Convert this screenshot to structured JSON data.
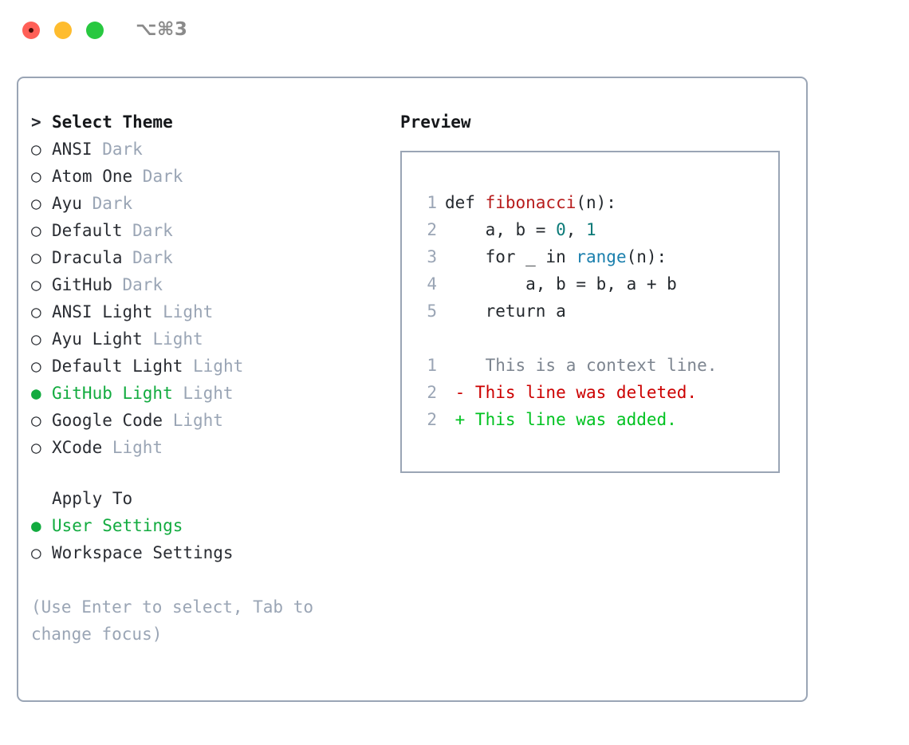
{
  "window": {
    "title": "⌥⌘3",
    "controls": [
      "close",
      "minimize",
      "maximize"
    ]
  },
  "theme_picker": {
    "header": "Select Theme",
    "header_prefix": ">",
    "marker_selected": "●",
    "marker_unselected": "○",
    "selected_color": "#12ab3f",
    "tag_color": "#9aa5b5",
    "items": [
      {
        "name": "ANSI",
        "tag": "Dark",
        "selected": false
      },
      {
        "name": "Atom One",
        "tag": "Dark",
        "selected": false
      },
      {
        "name": "Ayu",
        "tag": "Dark",
        "selected": false
      },
      {
        "name": "Default",
        "tag": "Dark",
        "selected": false
      },
      {
        "name": "Dracula",
        "tag": "Dark",
        "selected": false
      },
      {
        "name": "GitHub",
        "tag": "Dark",
        "selected": false
      },
      {
        "name": "ANSI Light",
        "tag": "Light",
        "selected": false
      },
      {
        "name": "Ayu Light",
        "tag": "Light",
        "selected": false
      },
      {
        "name": "Default Light",
        "tag": "Light",
        "selected": false
      },
      {
        "name": "GitHub Light",
        "tag": "Light",
        "selected": true
      },
      {
        "name": "Google Code",
        "tag": "Light",
        "selected": false
      },
      {
        "name": "XCode",
        "tag": "Light",
        "selected": false
      }
    ]
  },
  "apply_to": {
    "header": "Apply To",
    "items": [
      {
        "name": "User Settings",
        "selected": true
      },
      {
        "name": "Workspace Settings",
        "selected": false
      }
    ]
  },
  "hint": "(Use Enter to select, Tab to change focus)",
  "preview": {
    "label": "Preview",
    "code_lines": [
      {
        "num": "1",
        "parts": [
          {
            "t": "def ",
            "c": "plain"
          },
          {
            "t": "fibonacci",
            "c": "fn"
          },
          {
            "t": "(n):",
            "c": "plain"
          }
        ]
      },
      {
        "num": "2",
        "parts": [
          {
            "t": "    a, b = ",
            "c": "plain"
          },
          {
            "t": "0",
            "c": "num"
          },
          {
            "t": ", ",
            "c": "plain"
          },
          {
            "t": "1",
            "c": "num"
          }
        ]
      },
      {
        "num": "3",
        "parts": [
          {
            "t": "    for _ in ",
            "c": "plain"
          },
          {
            "t": "range",
            "c": "call"
          },
          {
            "t": "(n):",
            "c": "plain"
          }
        ]
      },
      {
        "num": "4",
        "parts": [
          {
            "t": "        a, b = b, a + b",
            "c": "plain"
          }
        ]
      },
      {
        "num": "5",
        "parts": [
          {
            "t": "    return a",
            "c": "plain"
          }
        ]
      }
    ],
    "diff_lines": [
      {
        "num": "1",
        "sign": " ",
        "text": "  This is a context line.",
        "kind": "ctx"
      },
      {
        "num": "2",
        "sign": "-",
        "text": " This line was deleted.",
        "kind": "del"
      },
      {
        "num": "2",
        "sign": "+",
        "text": " This line was added.",
        "kind": "add"
      }
    ]
  },
  "colors": {
    "border": "#9aa5b5",
    "function": "#b71c1c",
    "number": "#0b7a78",
    "builtin": "#1a7fad",
    "diff_delete": "#cc0000",
    "diff_add": "#00c220",
    "diff_context": "#7d8590"
  }
}
